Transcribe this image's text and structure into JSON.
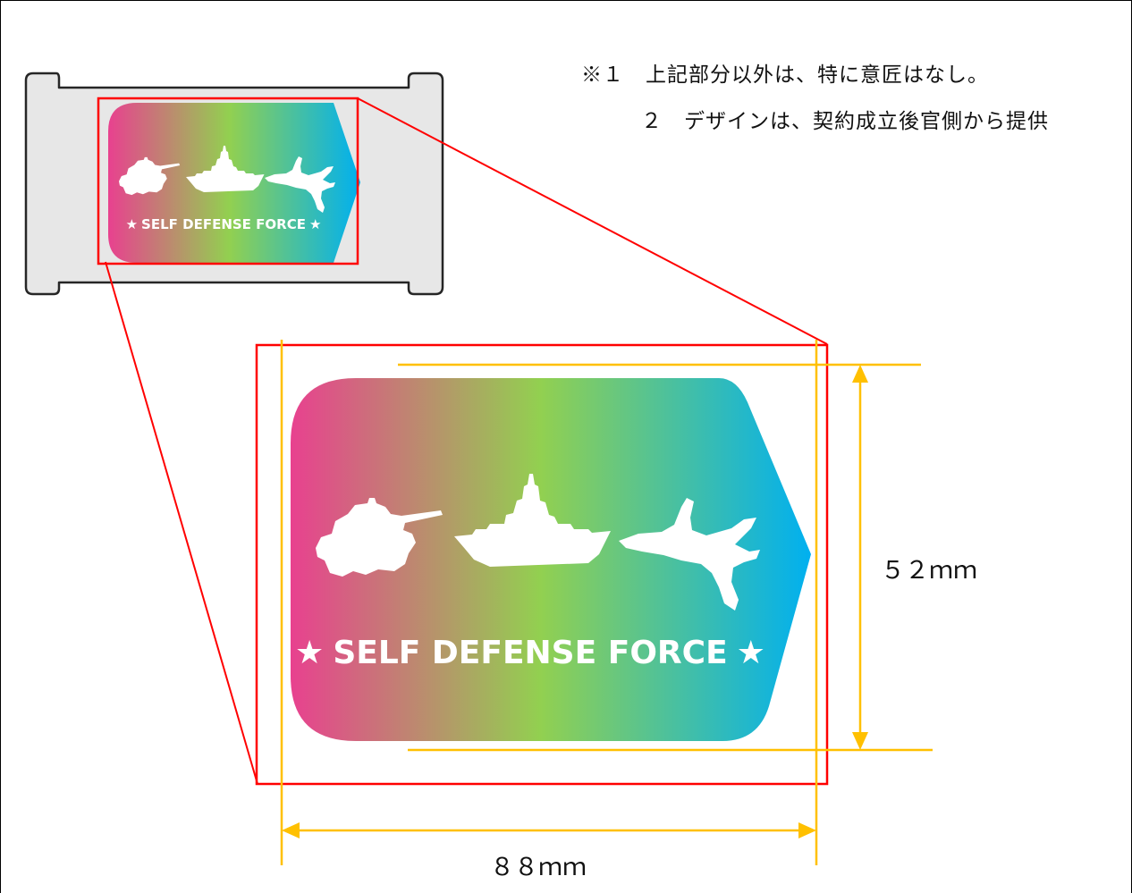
{
  "notes": {
    "line1": "※１　上記部分以外は、特に意匠はなし。",
    "line2": "２　デザインは、契約成立後官側から提供"
  },
  "card": {
    "label": "SELF DEFENSE FORCE",
    "star": "★"
  },
  "dimensions": {
    "height": "５２ｍｍ",
    "width": "８８ｍｍ"
  },
  "colors": {
    "gradient_start": "#e8418f",
    "gradient_mid": "#92d050",
    "gradient_end": "#00b0f0",
    "highlight_frame": "#ff0000",
    "dimension_line": "#ffc000",
    "holder_fill": "#e7e7e7"
  },
  "icons": [
    "tank-silhouette",
    "ship-silhouette",
    "jet-silhouette"
  ]
}
